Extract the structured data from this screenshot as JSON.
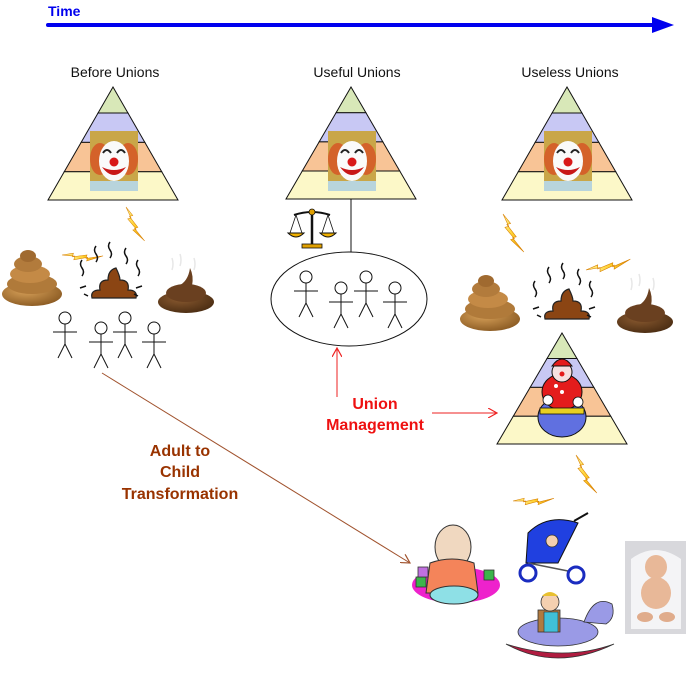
{
  "timeline": {
    "label": "Time",
    "color": "#0000ee"
  },
  "stages": [
    {
      "title": "Before Unions"
    },
    {
      "title": "Useful Unions"
    },
    {
      "title": "Useless Unions"
    }
  ],
  "pyramid_colors": [
    "#d8e8b8",
    "#c8c8f4",
    "#f8c496",
    "#fcf8c8"
  ],
  "union_management": {
    "line1": "Union",
    "line2": "Management",
    "color": "#ee1111"
  },
  "transformation": {
    "line1": "Adult to",
    "line2": "Child",
    "line3": "Transformation",
    "color": "#993300"
  },
  "icons": {
    "clown": "clown-photo",
    "roly_poly_clown": "roly-poly-clown",
    "poop": "poop",
    "lightning": "lightning-bolt",
    "scales": "scales-of-justice",
    "stick_figure": "stick-figure",
    "baby": "baby"
  }
}
